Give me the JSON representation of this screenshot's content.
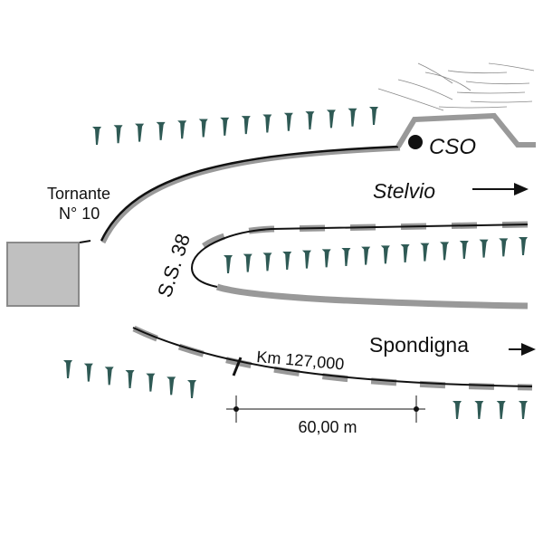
{
  "labels": {
    "tornante_line1": "Tornante",
    "tornante_line2": "N° 10",
    "road_name": "S.S. 38",
    "station": "CSO",
    "direction_north": "Stelvio",
    "direction_south": "Spondigna",
    "km_marker": "Km 127,000",
    "dimension": "60,00 m"
  },
  "colors": {
    "road_gray": "#999999",
    "road_black": "#111111",
    "tree": "#2f5a55",
    "box_fill": "#c0c0c0",
    "box_stroke": "#8a8a8a"
  }
}
